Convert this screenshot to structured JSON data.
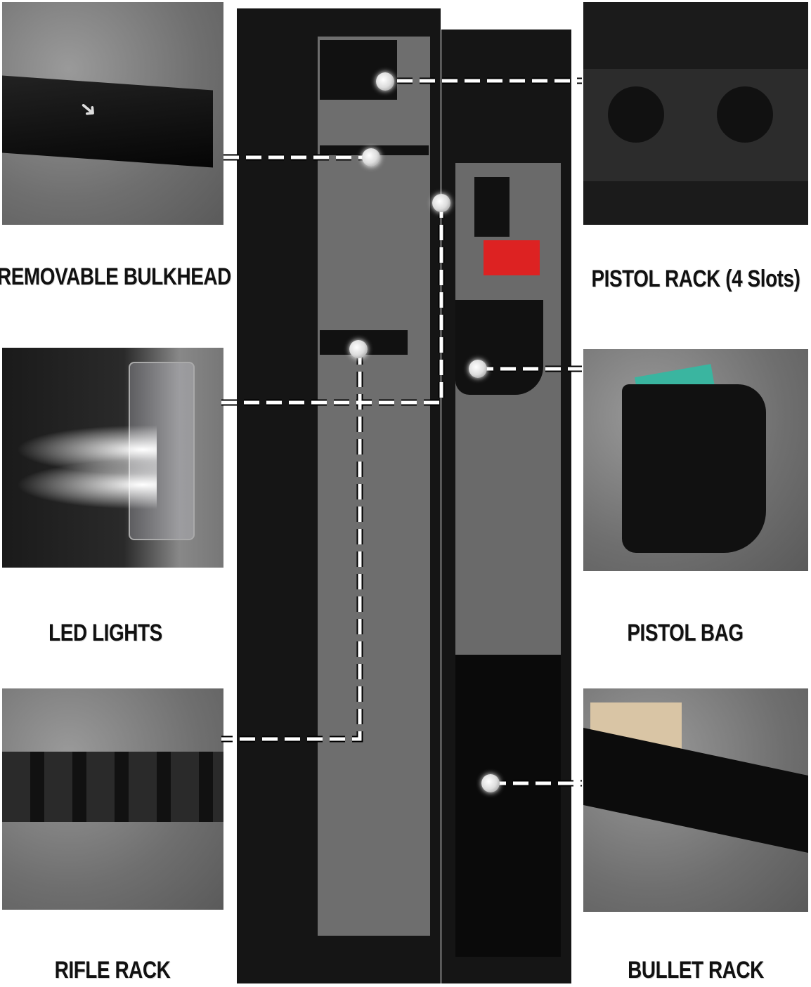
{
  "features": [
    {
      "label": "REMOVABLE BULKHEAD"
    },
    {
      "label": "PISTOL RACK (4 Slots)"
    },
    {
      "label": "LED LIGHTS"
    },
    {
      "label": "PISTOL BAG"
    },
    {
      "label": "RIFLE RACK"
    },
    {
      "label": "BULLET RACK"
    }
  ],
  "colors": {
    "safe_body": "#141414",
    "felt": "#7a7a7a",
    "callout_line": "#ffffff"
  }
}
